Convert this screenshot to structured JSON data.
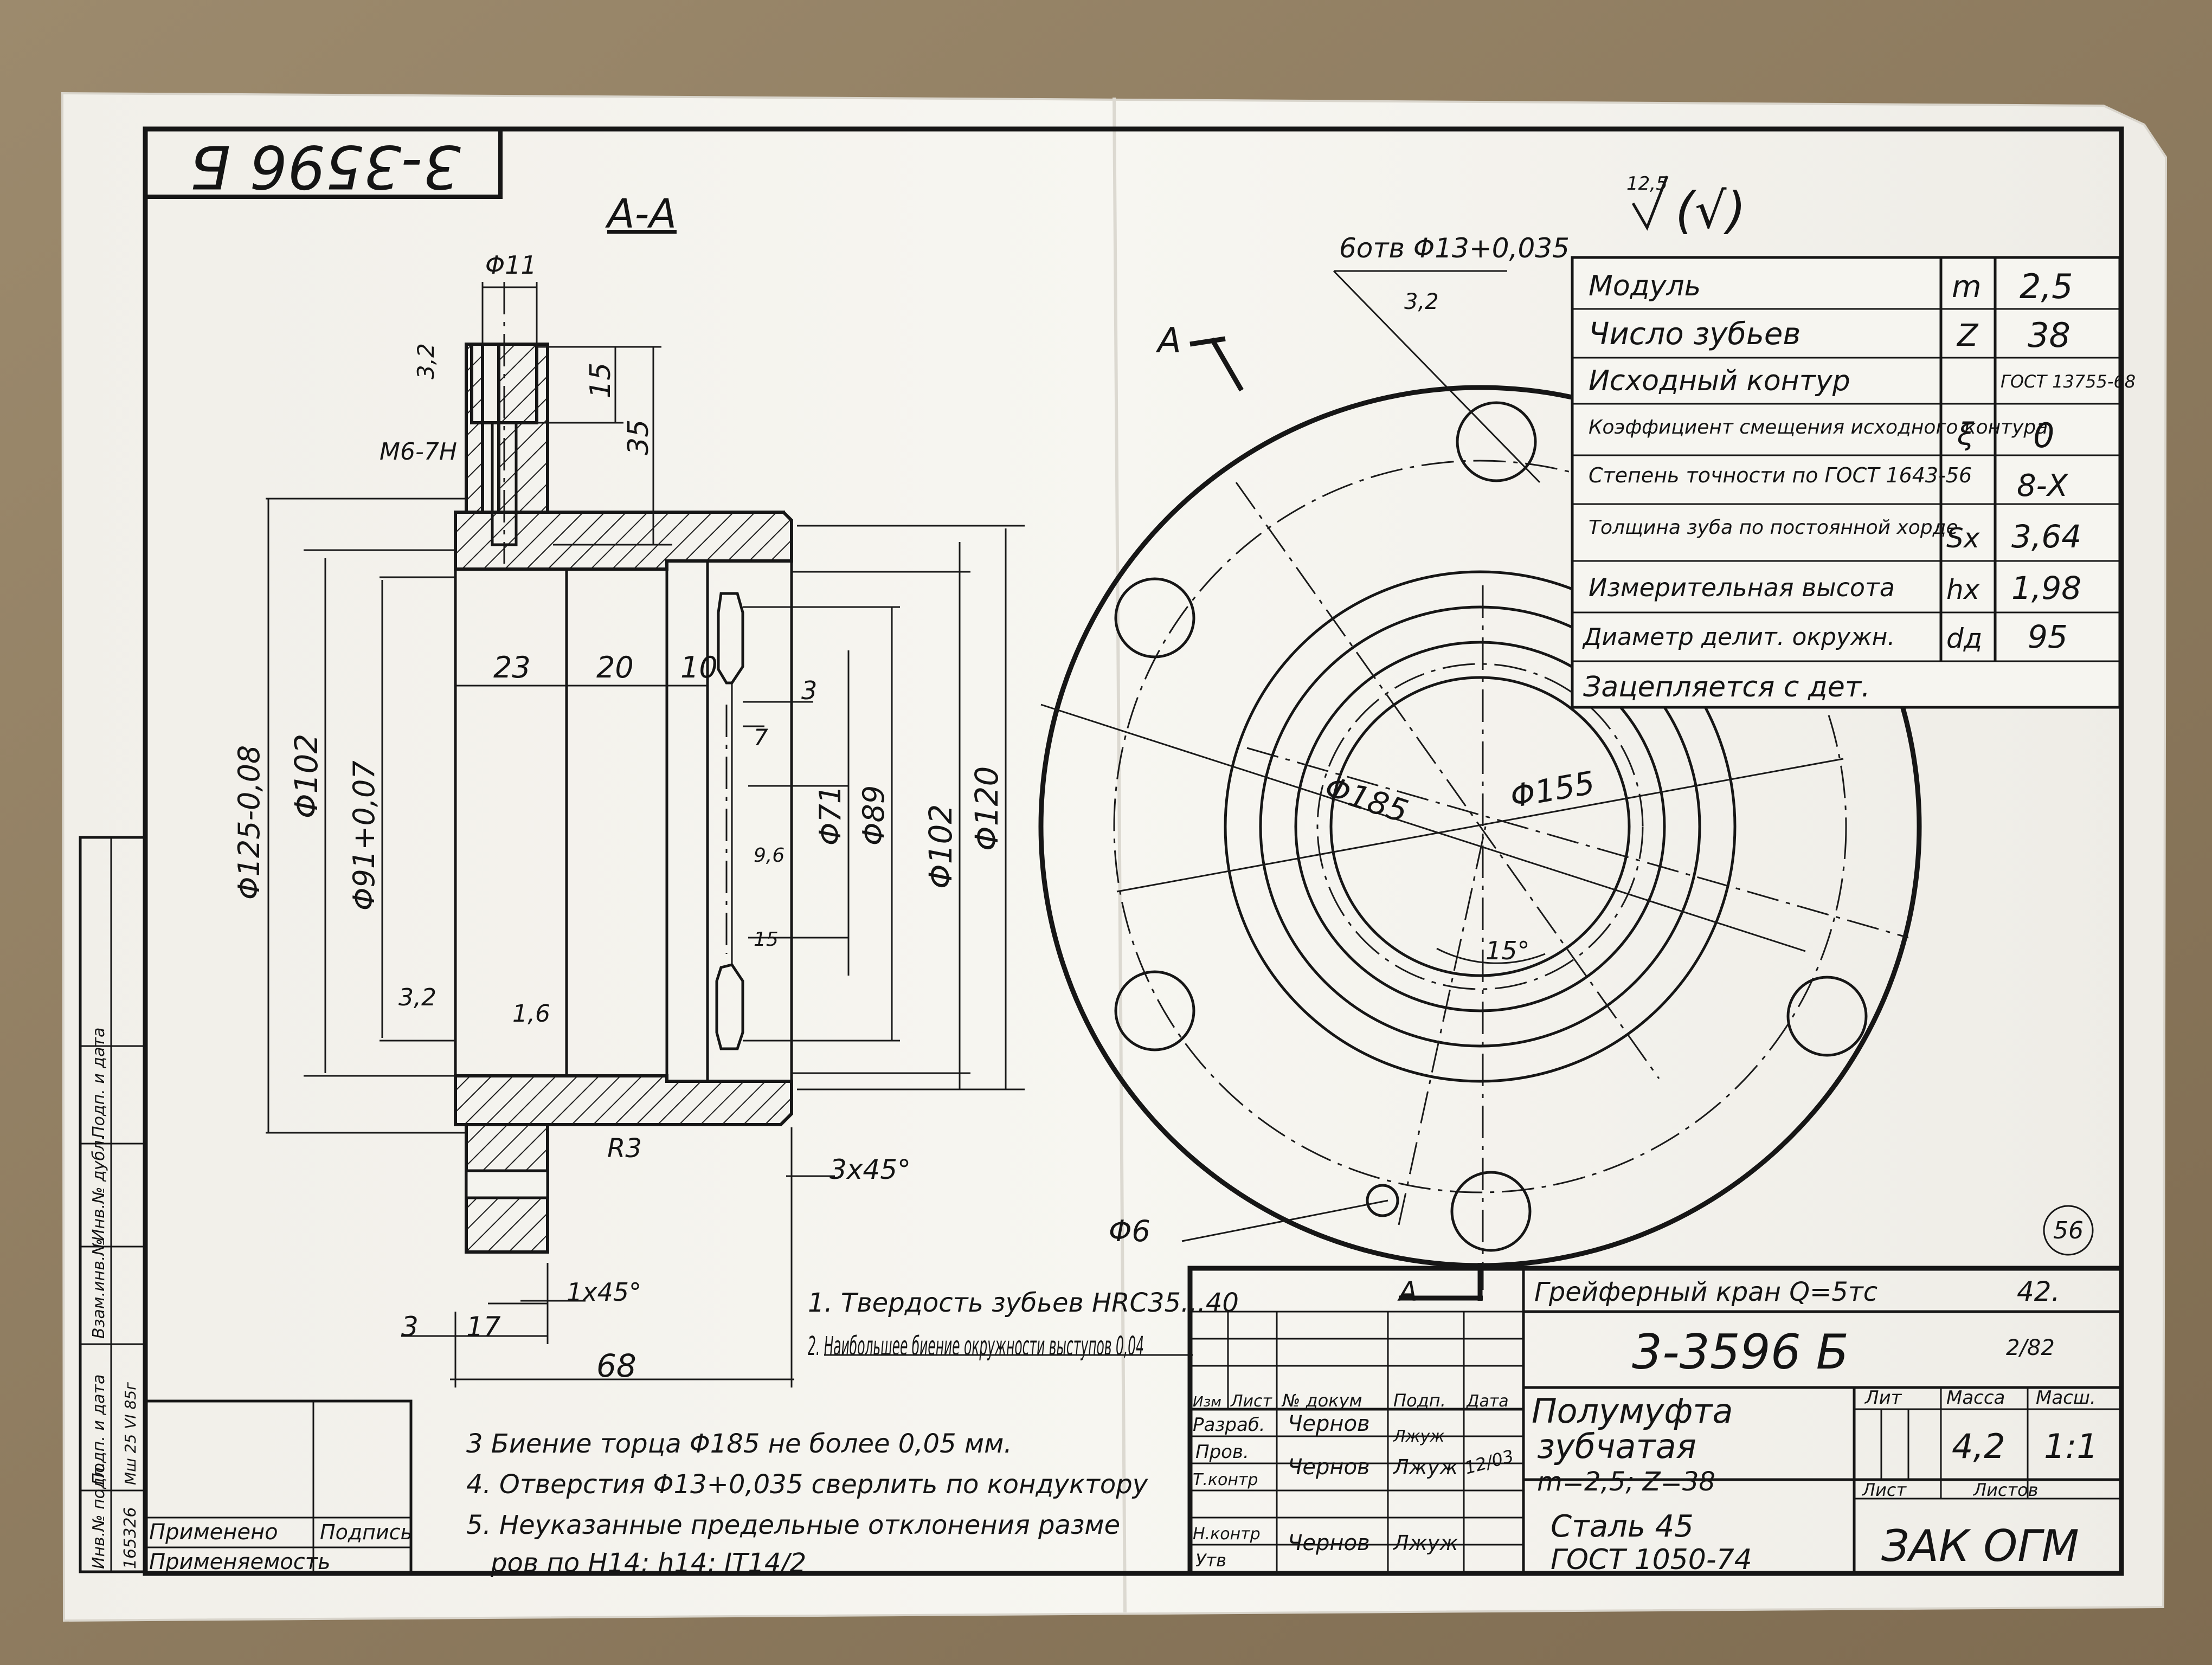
{
  "drawing": {
    "number_stamp": "3-3596 Б",
    "section_label": "А-А",
    "section_marker": "А",
    "roughness": "12,5",
    "roughness_symbol": "(√)",
    "page_mark": "56"
  },
  "section_view": {
    "dimensions": {
      "d11": "Φ11",
      "r32_top": "3,2",
      "d15": "15",
      "d35": "35",
      "thread": "M6-7H",
      "d125": "Φ125-0,08",
      "d102_left": "Φ102",
      "d91": "Φ91+0,07",
      "d23": "23",
      "d20": "20",
      "d10": "10",
      "d3": "3",
      "d7": "7",
      "d96": "9,6",
      "d15_small": "15",
      "d71": "Φ71",
      "d89": "Φ89",
      "d102_right": "Φ102",
      "d120": "Φ120",
      "r32_bottom": "3,2",
      "r16": "1,6",
      "radius": "R3",
      "chamfer_3x45": "3x45°",
      "chamfer_1x45": "1x45°",
      "d3_bottom": "3",
      "d17": "17",
      "d68": "68"
    }
  },
  "front_view": {
    "holes_label": "6отв Φ13+0,035",
    "r32": "3,2",
    "d185": "Φ185",
    "d155": "Φ155",
    "angle": "15°",
    "d6": "Φ6"
  },
  "gear_table": {
    "rows": [
      {
        "param": "Модуль",
        "symbol": "m",
        "value": "2,5"
      },
      {
        "param": "Число зубьев",
        "symbol": "Z",
        "value": "38"
      },
      {
        "param": "Исходный контур",
        "symbol": "",
        "value": "ГОСТ 13755-68"
      },
      {
        "param": "Коэффициент смещения исходного контура",
        "symbol": "ξ",
        "value": "0"
      },
      {
        "param": "Степень точности по ГОСТ 1643-56",
        "symbol": "",
        "value": "8-Х"
      },
      {
        "param": "Толщина зуба по постоянной хорде",
        "symbol": "Sx",
        "value": "3,64"
      },
      {
        "param": "Измерительная высота",
        "symbol": "hx",
        "value": "1,98"
      },
      {
        "param": "Диаметр делит. окружн.",
        "symbol": "dд",
        "value": "95"
      },
      {
        "param": "Зацепляется с дет.",
        "symbol": "",
        "value": ""
      }
    ]
  },
  "notes": [
    "1. Твердость зубьев HRC35...40",
    "2. Наибольшее биение окружности выступов 0,04",
    "3  Биение торца Φ185 не более 0,05 мм.",
    "4.  Отверстия Φ13+0,035 сверлить по кондуктору",
    "5.  Неуказанные предельные отклонения разме",
    "ров по Н14; h14; IT14/2"
  ],
  "title_block": {
    "project": "Грейферный кран Q=5тс",
    "project_code": "42.",
    "doc_number": "3-3596 Б",
    "corner_mark": "2/82",
    "part_name_1": "Полумуфта",
    "part_name_2": "зубчатая",
    "part_name_3": "m=2,5; Z=38",
    "material_1": "Сталь 45",
    "material_2": "ГОСТ 1050-74",
    "company": "ЗАК ОГМ",
    "lit_label": "Лит",
    "mass_label": "Масса",
    "scale_label": "Масш.",
    "mass_value": "4,2",
    "scale_value": "1:1",
    "sheet_label": "Лист",
    "sheets_label": "Листов",
    "hdr_izm": "Изм",
    "hdr_list": "Лист",
    "hdr_docum": "№ докум",
    "hdr_podp": "Подп.",
    "hdr_data": "Дата",
    "row_razrab": "Разраб.",
    "row_prov": "Пров.",
    "row_tkontr": "Т.контр",
    "row_nkontr": "Н.контр",
    "row_utv": "Утв",
    "name_razrab": "Чернов",
    "name_prov": "Чернов",
    "name_nkontr": "Чернов",
    "sig_1": "Лжуж",
    "sig_2": "Лжуж",
    "sig_3": "Лжуж",
    "date_prov": "12/03"
  },
  "side_strip": {
    "inv_podl": "Инв.№ подл.",
    "podp_data": "Подп. и дата",
    "vzam_inv": "Взам.инв.№",
    "inv_dubl": "Инв.№ дубл.",
    "podp_data2": "Подп. и дата",
    "inv_value": "165326",
    "date_value": "Мш 25 VI 85г"
  },
  "usage": {
    "primeneno": "Применено",
    "podpis": "Подпись",
    "primenyaemost": "Применяемость"
  }
}
